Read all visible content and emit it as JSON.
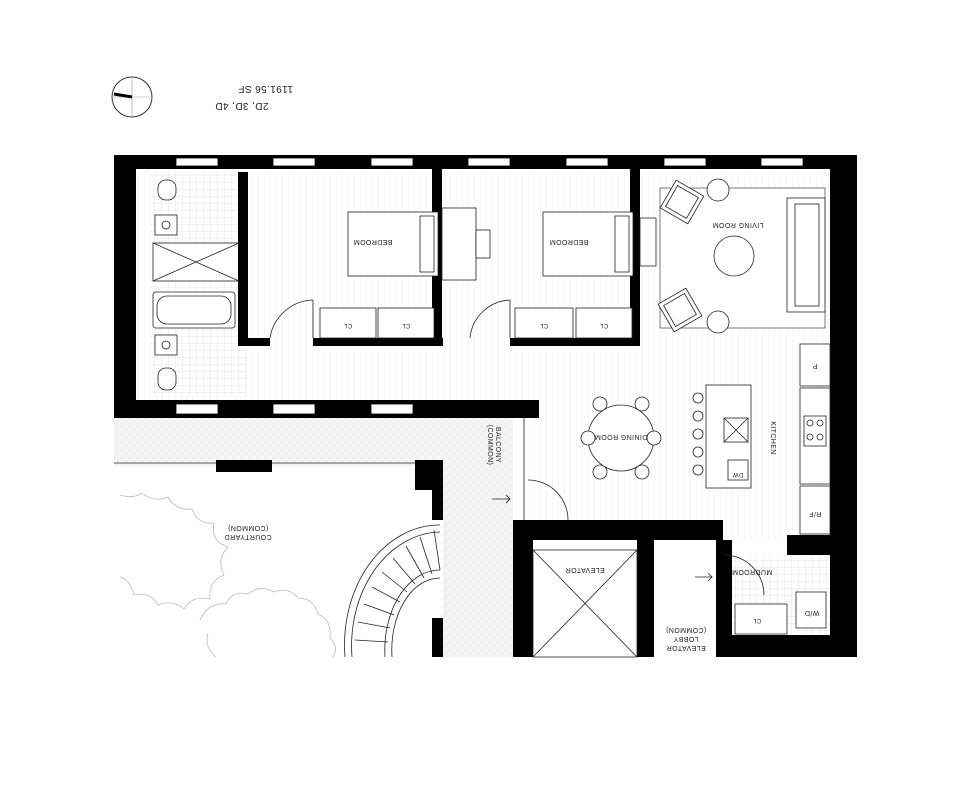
{
  "plan": {
    "unit_designation": "2D, 3D, 4D",
    "area": "1191.56 SF"
  },
  "rooms": {
    "bedroom_1": "BEDROOM",
    "bedroom_2": "BEDROOM",
    "living_room": "LIVING ROOM",
    "dining_room": "DINING ROOM",
    "kitchen": "KITCHEN",
    "mudroom": "MUDROOM",
    "elevator": "ELEVATOR",
    "elevator_lobby_line1": "ELEVATOR",
    "elevator_lobby_line2": "LOBBY",
    "elevator_lobby_line3": "(COMMON)",
    "balcony_line1": "BALCONY",
    "balcony_line2": "(COMMON)",
    "courtyard_line1": "COURTYARD",
    "courtyard_line2": "(COMMON)"
  },
  "fixtures": {
    "closet_1": "CL",
    "closet_2": "CL",
    "closet_3": "CL",
    "closet_4": "CL",
    "closet_mud": "CL",
    "dishwasher": "DW",
    "refrigerator": "R/F",
    "washer_dryer": "W/D",
    "pantry": "P"
  },
  "colors": {
    "wall": "#000000",
    "hatch": "#e6e6e6",
    "ink": "#222222"
  }
}
